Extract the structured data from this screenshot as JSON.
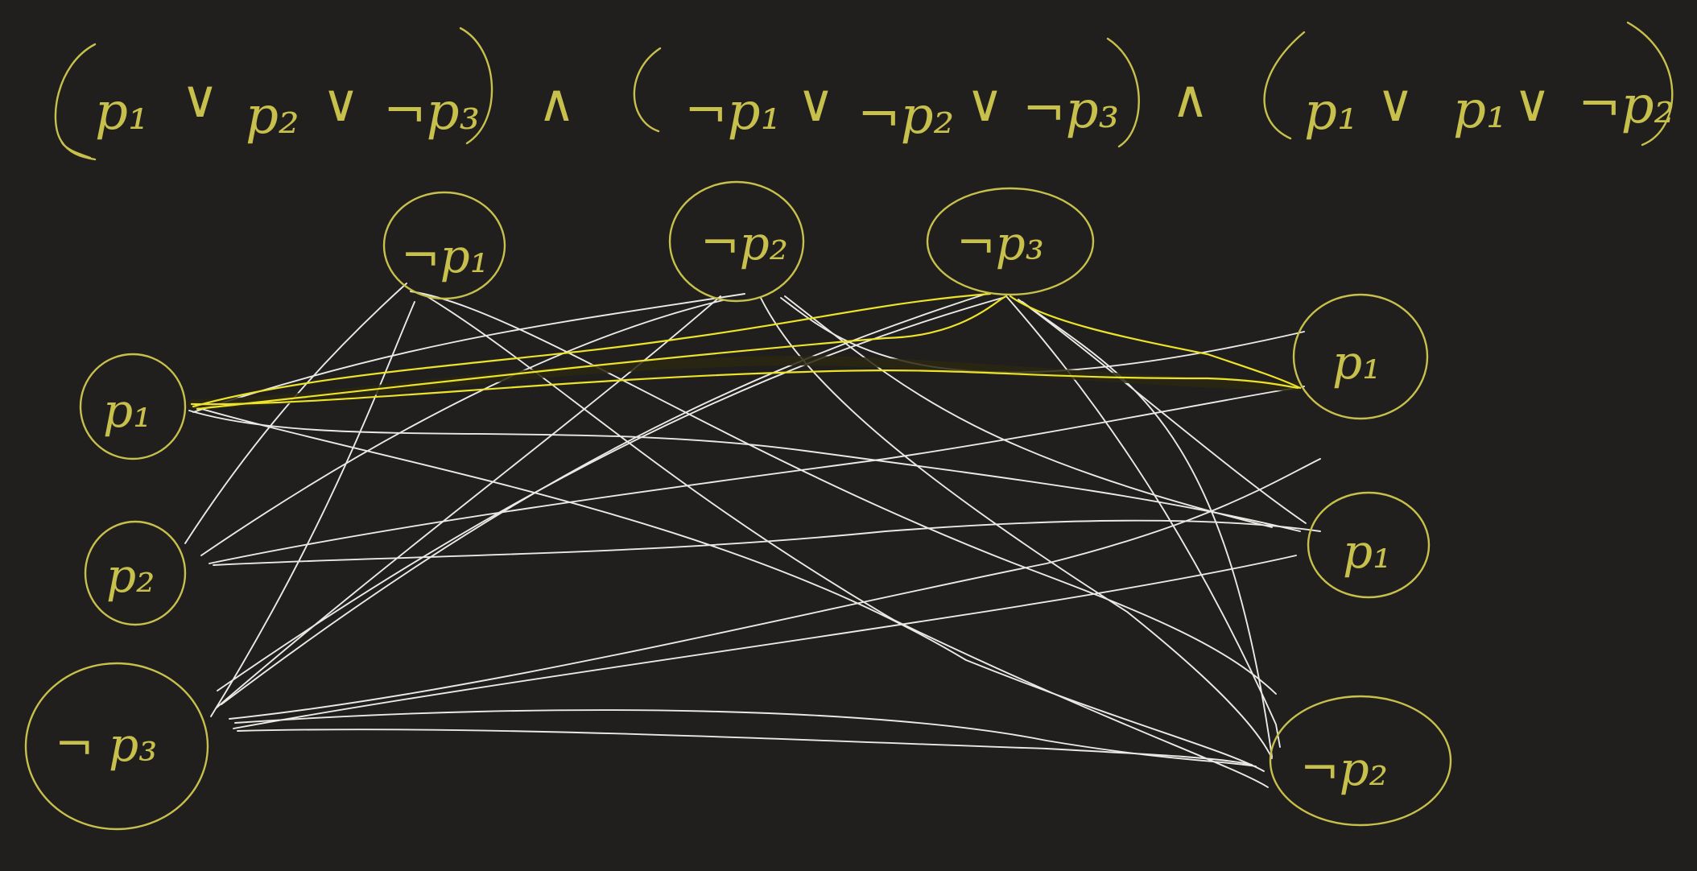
{
  "formula": {
    "clauses": [
      {
        "literals": [
          "p₁",
          "p₂",
          "¬p₃"
        ]
      },
      {
        "literals": [
          "¬p₁",
          "¬p₂",
          "¬p₃"
        ]
      },
      {
        "literals": [
          "p₁",
          "p₁",
          "¬p₂"
        ]
      }
    ],
    "or_symbol": "∨",
    "and_symbol": "∧",
    "open_paren": "(",
    "close_paren": ")"
  },
  "graph": {
    "groups": {
      "left": {
        "nodes": [
          "p₁",
          "p₂",
          "¬ p₃"
        ]
      },
      "top": {
        "nodes": [
          "¬p₁",
          "¬p₂",
          "¬p₃"
        ]
      },
      "right": {
        "nodes": [
          "p₁",
          "p₁",
          "¬p₂"
        ]
      }
    },
    "highlighted_triangle": [
      "left.0",
      "top.2",
      "right.0"
    ],
    "colors": {
      "background": "#201f1d",
      "ink": "#c8c04c",
      "edges": "#e9e9e6",
      "highlight": "#ede32a"
    }
  }
}
